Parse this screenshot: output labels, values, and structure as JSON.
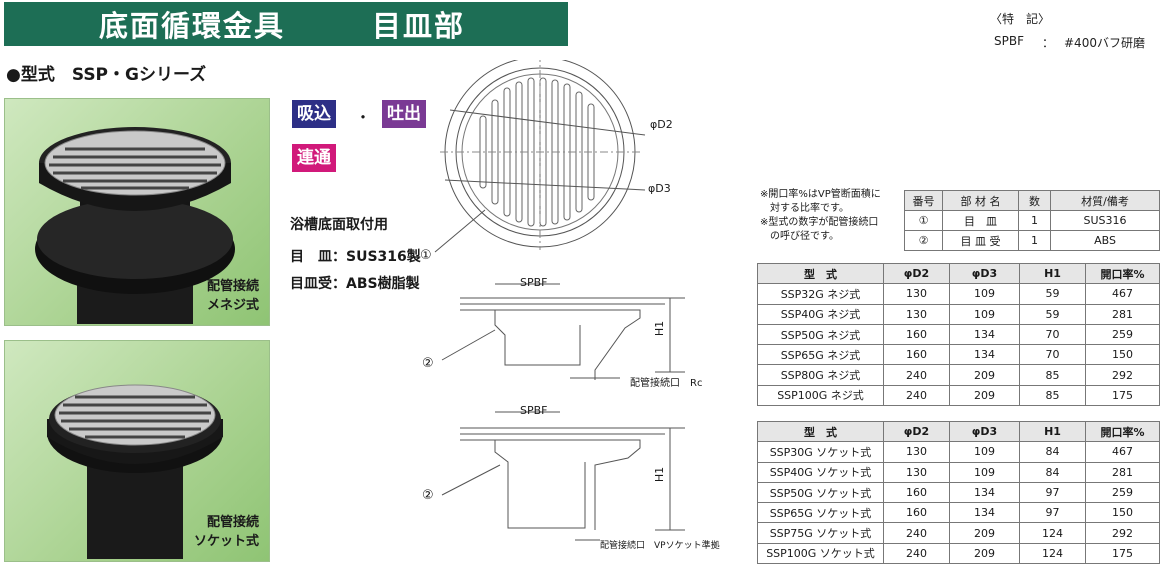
{
  "header": {
    "title": "底面循環金具",
    "subtitle": "目皿部"
  },
  "features": {
    "heading": "〈特　記〉",
    "spec_label": "SPBF",
    "spec_sep": "：",
    "spec_value": "#400バフ研磨"
  },
  "series": "●型式　SSP・Gシリーズ",
  "photos": [
    {
      "caption_line1": "配管接続",
      "caption_line2": "メネジ式"
    },
    {
      "caption_line1": "配管接続",
      "caption_line2": "ソケット式"
    }
  ],
  "tags": {
    "suction": "吸込",
    "separator": "・",
    "discharge": "吐出",
    "connection": "連通"
  },
  "colors": {
    "title_bg": "#1d6e55",
    "suction_bg": "#2d2f86",
    "discharge_bg": "#7a3a94",
    "connection_bg": "#d1197a",
    "photo_bg": "#a9d290"
  },
  "spec": {
    "usage": "浴槽底面取付用",
    "plate": "目　皿：SUS316製",
    "receiver": "目皿受：ABS樹脂製"
  },
  "drawing": {
    "d2": "φD2",
    "d3": "φD3",
    "circle1": "①",
    "circle2a": "②",
    "circle2b": "②",
    "spbf_a": "SPBF",
    "spbf_b": "SPBF",
    "h1_a": "H1",
    "h1_b": "H1",
    "conn_a": "配管接続口　Rc",
    "conn_b": "配管接続口　VPソケット準拠"
  },
  "notes": {
    "line1": "※開口率%はVP管断面積に",
    "line2": "　対する比率です。",
    "line3": "※型式の数字が配管接続口",
    "line4": "　の呼び径です。"
  },
  "parts_table": {
    "headers": [
      "番号",
      "部 材 名",
      "数",
      "材質/備考"
    ],
    "rows": [
      [
        "①",
        "目　皿",
        "1",
        "SUS316"
      ],
      [
        "②",
        "目 皿 受",
        "1",
        "ABS"
      ]
    ]
  },
  "thread_table": {
    "headers": [
      "型　式",
      "φD2",
      "φD3",
      "H1",
      "開口率%"
    ],
    "rows": [
      [
        "SSP32G ネジ式",
        "130",
        "109",
        "59",
        "467"
      ],
      [
        "SSP40G ネジ式",
        "130",
        "109",
        "59",
        "281"
      ],
      [
        "SSP50G ネジ式",
        "160",
        "134",
        "70",
        "259"
      ],
      [
        "SSP65G ネジ式",
        "160",
        "134",
        "70",
        "150"
      ],
      [
        "SSP80G ネジ式",
        "240",
        "209",
        "85",
        "292"
      ],
      [
        "SSP100G ネジ式",
        "240",
        "209",
        "85",
        "175"
      ]
    ]
  },
  "socket_table": {
    "headers": [
      "型　式",
      "φD2",
      "φD3",
      "H1",
      "開口率%"
    ],
    "rows": [
      [
        "SSP30G ソケット式",
        "130",
        "109",
        "84",
        "467"
      ],
      [
        "SSP40G ソケット式",
        "130",
        "109",
        "84",
        "281"
      ],
      [
        "SSP50G ソケット式",
        "160",
        "134",
        "97",
        "259"
      ],
      [
        "SSP65G ソケット式",
        "160",
        "134",
        "97",
        "150"
      ],
      [
        "SSP75G ソケット式",
        "240",
        "209",
        "124",
        "292"
      ],
      [
        "SSP100G ソケット式",
        "240",
        "209",
        "124",
        "175"
      ]
    ]
  }
}
